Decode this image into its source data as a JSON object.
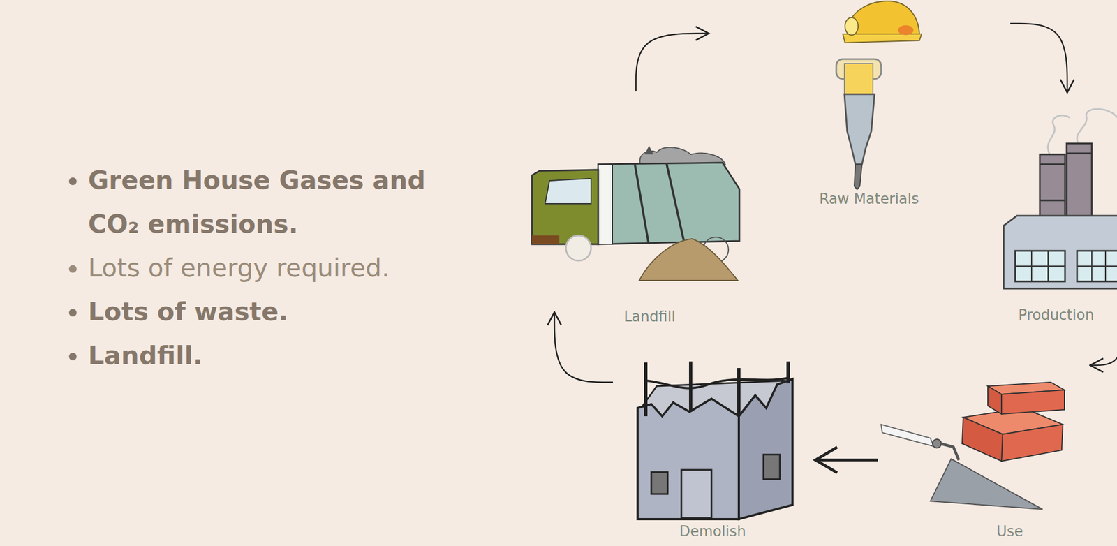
{
  "diagram": {
    "nodes": [
      {
        "text": [
          "Raw Materials"
        ]
      },
      {
        "text": [
          "Production"
        ]
      },
      {
        "text": [
          "Use"
        ]
      },
      {
        "text": [
          "Demolish"
        ]
      },
      {
        "text": [
          "Landfill"
        ]
      }
    ],
    "edges": [
      {
        "from": 4,
        "to": 0,
        "arrow": "to"
      },
      {
        "from": 0,
        "to": 1,
        "arrow": "to"
      },
      {
        "from": 1,
        "to": 2,
        "arrow": "to"
      },
      {
        "from": 2,
        "to": 3,
        "arrow": "to"
      },
      {
        "from": 3,
        "to": 4,
        "arrow": "to"
      }
    ],
    "labels": [
      "Green House Gases and CO₂ emissions.",
      "Lots of energy required.",
      "Lots of waste.",
      "Landfill."
    ]
  }
}
